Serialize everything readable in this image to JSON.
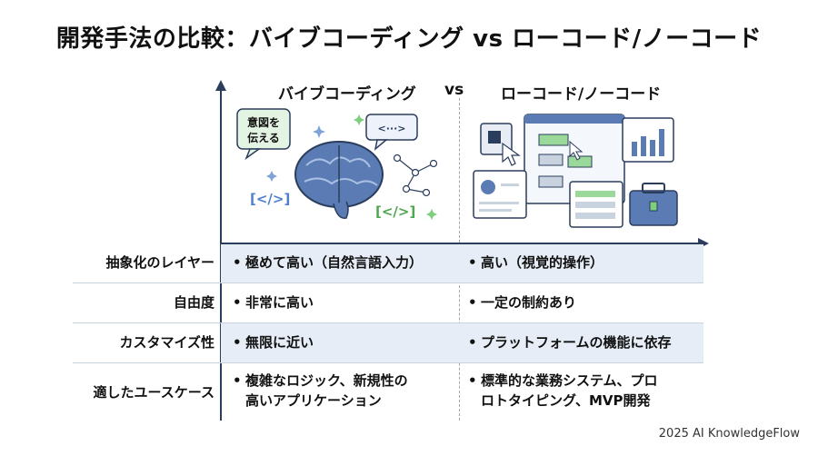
{
  "title": "開発手法の比較：バイブコーディング vs ローコード/ノーコード",
  "columns": {
    "left": "バイブコーディング",
    "vs": "vs",
    "right": "ローコード/ノーコード"
  },
  "illustration_left": {
    "bubble_text_line1": "意図を",
    "bubble_text_line2": "伝える",
    "code_bubble": "<···>",
    "code_tag_1": "[</>]",
    "code_tag_2": "[</>]"
  },
  "rows": [
    {
      "label": "抽象化のレイヤー",
      "left": "極めて高い（自然言語入力）",
      "right": "高い（視覚的操作）"
    },
    {
      "label": "自由度",
      "left": "非常に高い",
      "right": "一定の制約あり"
    },
    {
      "label": "カスタマイズ性",
      "left": "無限に近い",
      "right": "プラットフォームの機能に依存"
    },
    {
      "label": "適したユースケース",
      "left_line1": "複雑なロジック、新規性の",
      "left_line2": "高いアプリケーション",
      "right_line1": "標準的な業務システム、プロ",
      "right_line2": "ロトタイピング、MVP開発"
    }
  ],
  "bullet": "•",
  "footer": "2025 AI KnowledgeFlow",
  "colors": {
    "accent": "#2b3d5c",
    "shade": "#e6edf7",
    "brain": "#4e6fa6",
    "green": "#7dcf7d"
  }
}
